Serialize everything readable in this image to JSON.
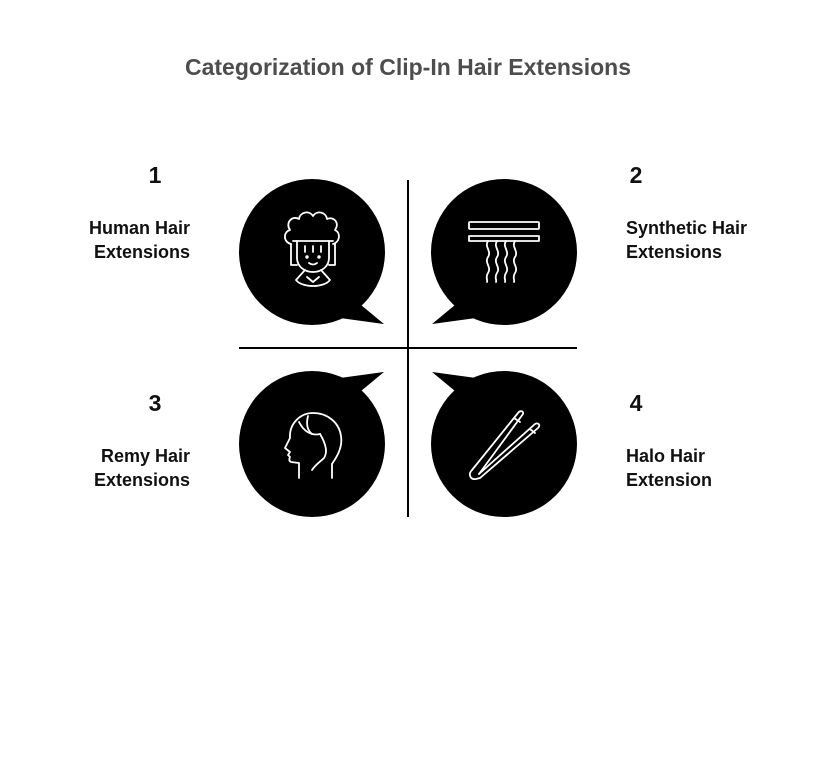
{
  "title": "Categorization of Clip-In Hair Extensions",
  "colors": {
    "bubble": "#000000",
    "divider": "#000000",
    "title": "#4d4d4d",
    "icon_stroke": "#ffffff"
  },
  "quadrants": [
    {
      "number": "1",
      "label_line1": "Human Hair",
      "label_line2": "Extensions",
      "icon": "curly-hair-person-icon"
    },
    {
      "number": "2",
      "label_line1": "Synthetic Hair",
      "label_line2": "Extensions",
      "icon": "wavy-strands-icon"
    },
    {
      "number": "3",
      "label_line1": "Remy Hair",
      "label_line2": "Extensions",
      "icon": "head-profile-icon"
    },
    {
      "number": "4",
      "label_line1": "Halo Hair",
      "label_line2": "Extension",
      "icon": "hair-clip-icon"
    }
  ]
}
